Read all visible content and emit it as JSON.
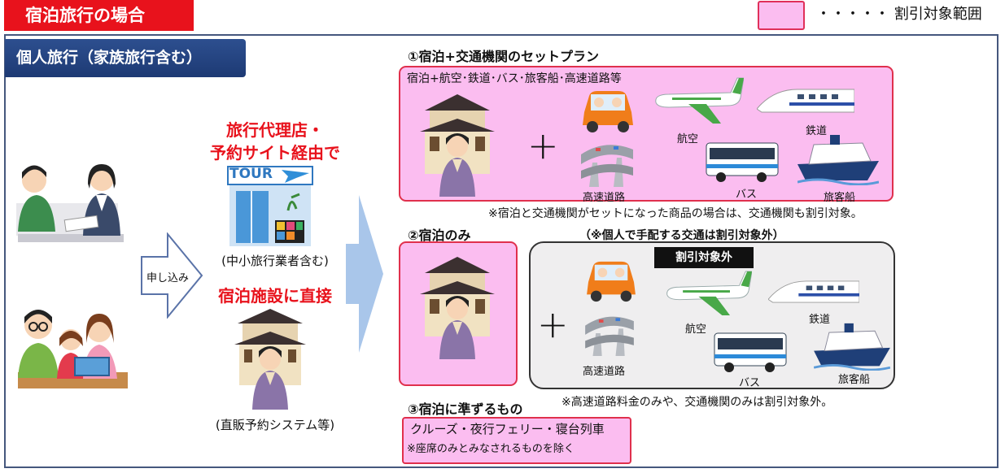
{
  "header": {
    "title": "宿泊旅行の場合",
    "legend_text": "・・・・・ 割引対象範囲",
    "legend_color": "#fbbdf0"
  },
  "section": {
    "title": "個人旅行（家族旅行含む）"
  },
  "left": {
    "apply_label": "申し込み",
    "agency_heading": "旅行代理店・\n予約サイト経由で",
    "agency_caption": "(中小旅行業者含む)",
    "tour_sign": "TOUR",
    "direct_heading": "宿泊施設に直接",
    "direct_caption": "(直販予約システム等)"
  },
  "plan1": {
    "title": "①宿泊+交通機関のセットプラン",
    "subtitle": "宿泊+航空･鉄道･バス･旅客船･高速道路等",
    "labels": {
      "air": "航空",
      "rail": "鉄道",
      "highway": "高速道路",
      "bus": "バス",
      "ship": "旅客船"
    },
    "note": "※宿泊と交通機関がセットになった商品の場合は、交通機関も割引対象。"
  },
  "plan2": {
    "title": "②宿泊のみ",
    "excluded_heading": "（※個人で手配する交通は割引対象外）",
    "excluded_badge": "割引対象外",
    "labels": {
      "air": "航空",
      "rail": "鉄道",
      "highway": "高速道路",
      "bus": "バス",
      "ship": "旅客船"
    },
    "note": "※高速道路料金のみや、交通機関のみは割引対象外。"
  },
  "plan3": {
    "title": "③宿泊に準ずるもの",
    "line1": "クルーズ・夜行フェリー・寝台列車",
    "line2": "※座席のみとみなされるものを除く"
  },
  "colors": {
    "red": "#e8121c",
    "navy": "#1d3a74",
    "pink": "#fbbdf0",
    "arrow": "#a9c6ea"
  }
}
